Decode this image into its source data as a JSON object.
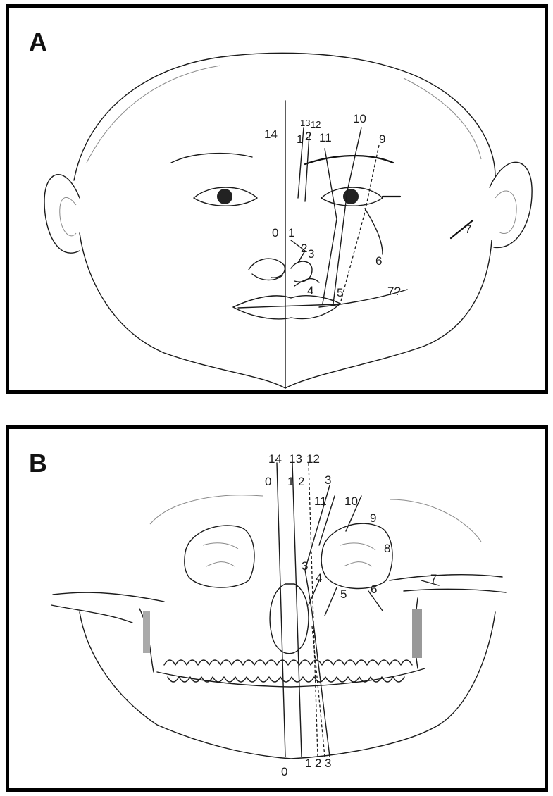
{
  "panels": {
    "a": {
      "letter": "A",
      "labels": {
        "l14": "14",
        "l13": "13",
        "l12": "12",
        "l1a": "1",
        "l2a": "2",
        "l11": "11",
        "l10": "10",
        "l9": "9",
        "l0": "0",
        "l1b": "1",
        "l2b": "2",
        "l3": "3",
        "l4": "4",
        "l5": "5",
        "l6": "6",
        "l7": "7",
        "l77": "7?"
      }
    },
    "b": {
      "letter": "B",
      "labels": {
        "t14": "14",
        "t13": "13",
        "t12": "12",
        "t0": "0",
        "t1": "1",
        "t2": "2",
        "t3top": "3",
        "t11": "11",
        "t10": "10",
        "t9": "9",
        "t8": "8",
        "t3mid": "3",
        "t4": "4",
        "t5": "5",
        "t6": "6",
        "t7": "7",
        "b0": "0",
        "b1": "1",
        "b2": "2",
        "b3": "3"
      }
    }
  }
}
